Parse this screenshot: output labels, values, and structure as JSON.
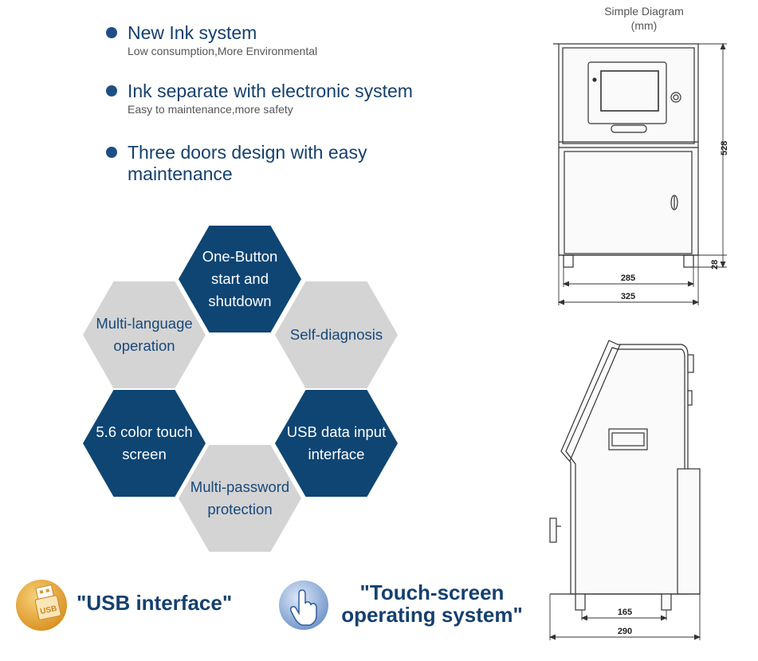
{
  "features": [
    {
      "title": "New Ink system",
      "subtitle": "Low consumption,More Environmental"
    },
    {
      "title": "Ink separate with electronic system",
      "subtitle": "Easy to maintenance,more safety"
    },
    {
      "title": "Three doors design with easy",
      "title2": "maintenance",
      "subtitle": ""
    }
  ],
  "hexagons": [
    {
      "line1": "One-Button",
      "line2": "start and",
      "line3": "shutdown"
    },
    {
      "line1": "Multi-language",
      "line2": "operation"
    },
    {
      "line1": "Self-diagnosis"
    },
    {
      "line1": "5.6 color touch",
      "line2": "screen"
    },
    {
      "line1": "USB data input",
      "line2": "interface"
    },
    {
      "line1": "Multi-password",
      "line2": "protection"
    }
  ],
  "badges": {
    "usb_label": "\"USB interface\"",
    "touch_line1": "\"Touch-screen",
    "touch_line2": "operating system\"",
    "usb_icon_text": "USB"
  },
  "diagram": {
    "title": "Simple Diagram",
    "unit": "(mm)",
    "front": {
      "height": "528",
      "foot_height": "28",
      "inner_width": "285",
      "outer_width": "325"
    },
    "side": {
      "inner_width": "165",
      "outer_width": "290"
    }
  },
  "colors": {
    "navy": "#0e4573",
    "gray": "#d4d4d4",
    "gold": "#e8a93a",
    "blue_icon": "#6e93c9"
  }
}
